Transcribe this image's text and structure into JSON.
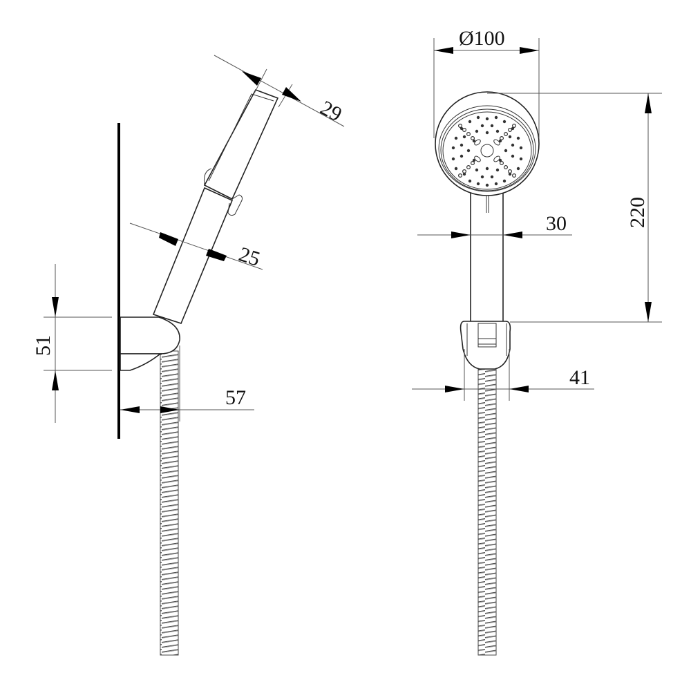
{
  "drawing": {
    "title": "Hand shower with wall holder - technical dimension drawing",
    "units": "mm",
    "views": [
      {
        "name": "side-view",
        "position": "left"
      },
      {
        "name": "front-view",
        "position": "right"
      }
    ]
  },
  "dimensions": {
    "head_thickness": "29",
    "handle_width_side": "25",
    "holder_height": "51",
    "holder_projection": "57",
    "head_diameter": "Ø100",
    "handle_width_front": "30",
    "head_to_holder": "220",
    "holder_width": "41"
  },
  "colors": {
    "line": "#222222",
    "dim_line": "#555555",
    "background": "#ffffff"
  }
}
